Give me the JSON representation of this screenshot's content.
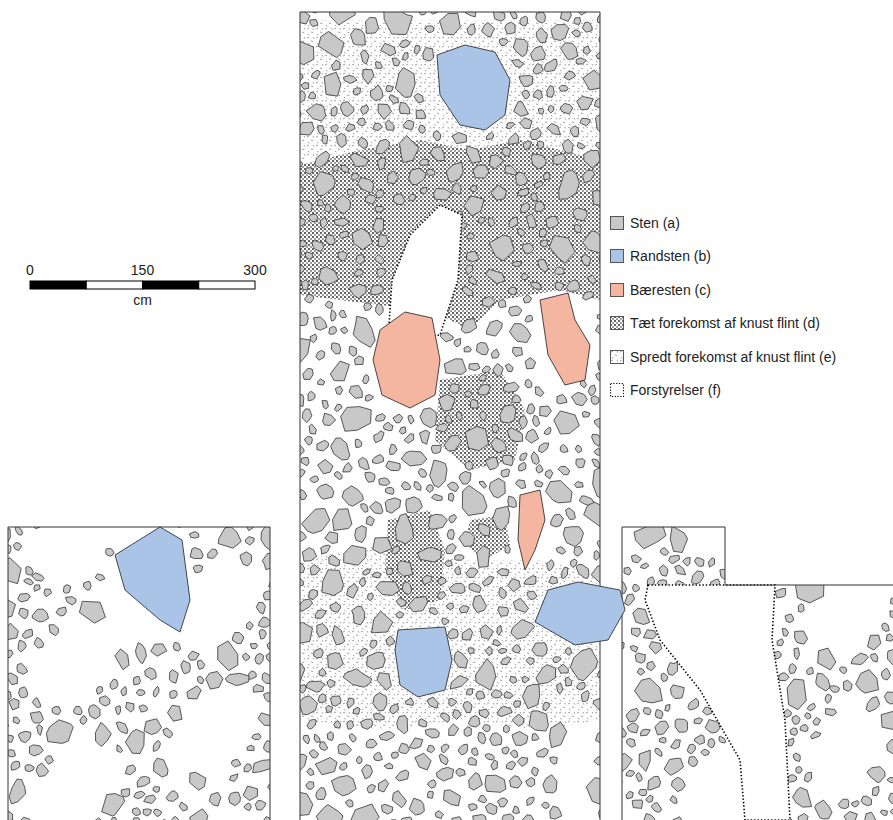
{
  "diagram": {
    "labels": [
      "0",
      "150",
      "300",
      "cm"
    ],
    "legend": [
      {
        "text": "Sten (a)",
        "color": "#c8c8c8"
      },
      {
        "text": "Randsten (b)",
        "color": "#a9c4e6"
      },
      {
        "text": "Bæresten (c)",
        "color": "#f4b5a1"
      },
      {
        "text": "Tæt forekomst af knust flint (d)"
      },
      {
        "text": "Spredt forekomst af knust flint (e)"
      },
      {
        "text": "Forstyrelser (f)"
      }
    ]
  }
}
